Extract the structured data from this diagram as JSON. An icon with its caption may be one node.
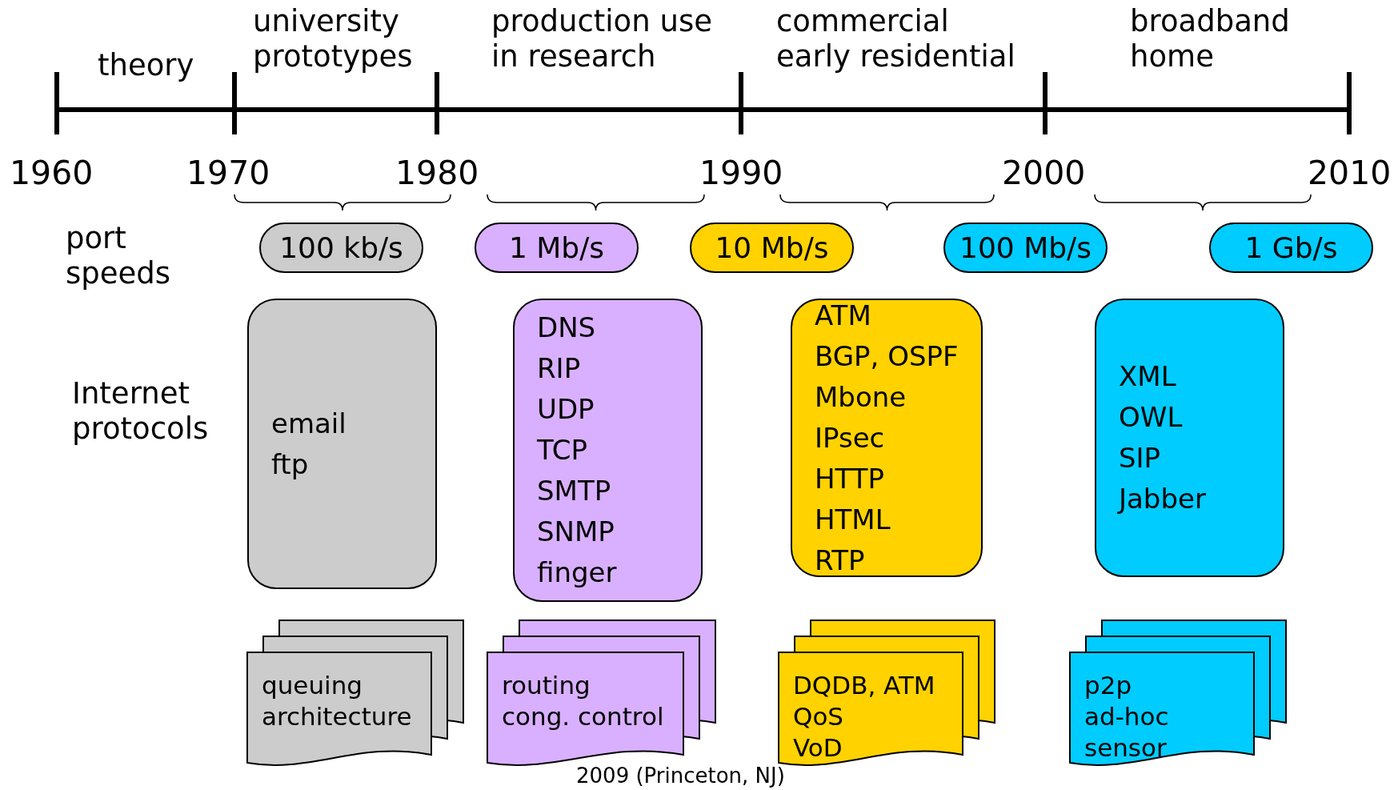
{
  "diagram": {
    "nodes": [
      {
        "text": [
          "100 kb/s"
        ]
      },
      {
        "text": [
          "1 Mb/s"
        ]
      },
      {
        "text": [
          "10 Mb/s"
        ]
      },
      {
        "text": [
          "100 Mb/s"
        ]
      },
      {
        "text": [
          "1 Gb/s"
        ]
      },
      {
        "text": [
          "email",
          "ftp"
        ]
      },
      {
        "text": [
          "DNS",
          "RIP",
          "UDP",
          "TCP",
          "SMTP",
          "SNMP",
          "finger"
        ]
      },
      {
        "text": [
          "ATM",
          "BGP, OSPF",
          "Mbone",
          "IPsec",
          "HTTP",
          "HTML",
          "RTP"
        ]
      },
      {
        "text": [
          "XML",
          "OWL",
          "SIP",
          "Jabber"
        ]
      },
      {
        "text": [
          "queuing",
          "architecture"
        ]
      },
      {
        "text": [
          "routing",
          "cong. control"
        ]
      },
      {
        "text": [
          "DQDB, ATM",
          "QoS",
          "VoD"
        ]
      },
      {
        "text": [
          "p2p",
          "ad-hoc",
          "sensor"
        ]
      }
    ],
    "edges": [],
    "labels": [
      "theory",
      "university prototypes",
      "production use in research",
      "commercial early residential",
      "broadband home",
      "1960",
      "1970",
      "1980",
      "1990",
      "2000",
      "2010",
      "port speeds",
      "Internet protocols",
      "2009 (Princeton, NJ)"
    ]
  }
}
